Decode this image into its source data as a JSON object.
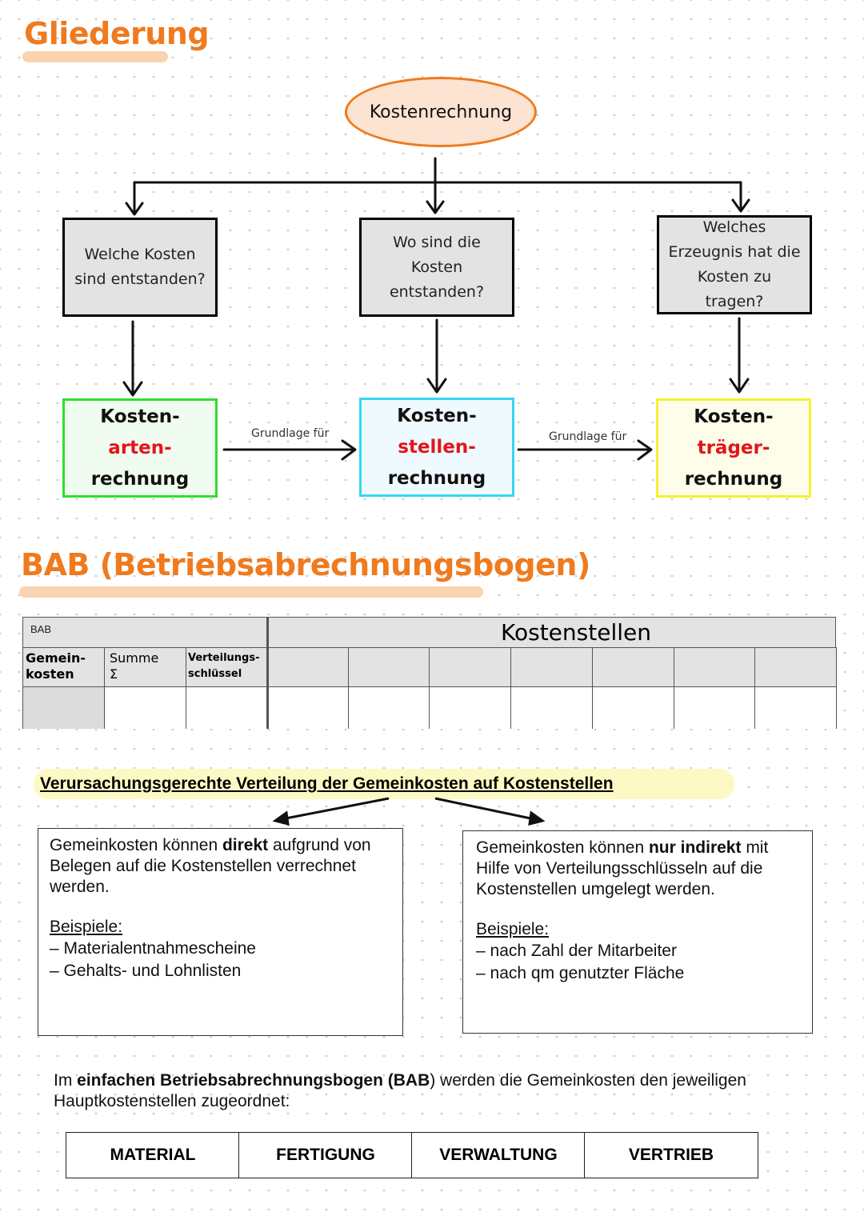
{
  "section1": {
    "title": "Gliederung"
  },
  "diagram": {
    "root": "Kostenrechnung",
    "questions": [
      "Welche Kosten sind entstanden?",
      "Wo sind die Kosten entstanden?",
      "Welches Erzeugnis hat die Kosten zu tragen?"
    ],
    "results": [
      {
        "line1": "Kosten-",
        "line2": "arten-",
        "line3": "rechnung",
        "border": "#33dd33",
        "fill": "#effcef"
      },
      {
        "line1": "Kosten-",
        "line2": "stellen-",
        "line3": "rechnung",
        "border": "#36d6f0",
        "fill": "#eefafe"
      },
      {
        "line1": "Kosten-",
        "line2": "träger-",
        "line3": "rechnung",
        "border": "#f6f032",
        "fill": "#fefdea"
      }
    ],
    "arrow_label": "Grundlage für"
  },
  "section2": {
    "title": "BAB (Betriebsabrechnungsbogen)"
  },
  "bab_table": {
    "corner": "BAB",
    "kostenstellen": "Kostenstellen",
    "col1": "Gemein-\nkosten",
    "col2": "Summe\nΣ",
    "col3": "Verteilungs-\nschlüssel"
  },
  "verteilung": {
    "heading": "Verursachungsgerechte Verteilung der Gemeinkosten auf Kostenstellen",
    "left": {
      "t1": "Gemeinkosten können ",
      "bold": "direkt",
      "t2": " aufgrund von Belegen auf die Kostenstellen verrechnet werden.",
      "beispiele": "Beispiele:",
      "items": [
        "– Materialentnahmescheine",
        "– Gehalts- und Lohnlisten"
      ]
    },
    "right": {
      "t1": "Gemeinkosten können ",
      "bold": "nur indirekt",
      "t2": " mit Hilfe von Verteilungsschlüsseln auf die Kostenstellen umgelegt werden.",
      "beispiele": "Beispiele:",
      "items": [
        "– nach Zahl der Mitarbeiter",
        "– nach qm genutzter Fläche"
      ]
    }
  },
  "einfach": {
    "t1": "Im ",
    "bold": "einfachen Betriebsabrechnungsbogen (BAB",
    "t2": ") werden die Gemeinkosten den jeweiligen Hauptkostenstellen zugeordnet:"
  },
  "categories": [
    "MATERIAL",
    "FERTIGUNG",
    "VERWALTUNG",
    "VERTRIEB"
  ]
}
